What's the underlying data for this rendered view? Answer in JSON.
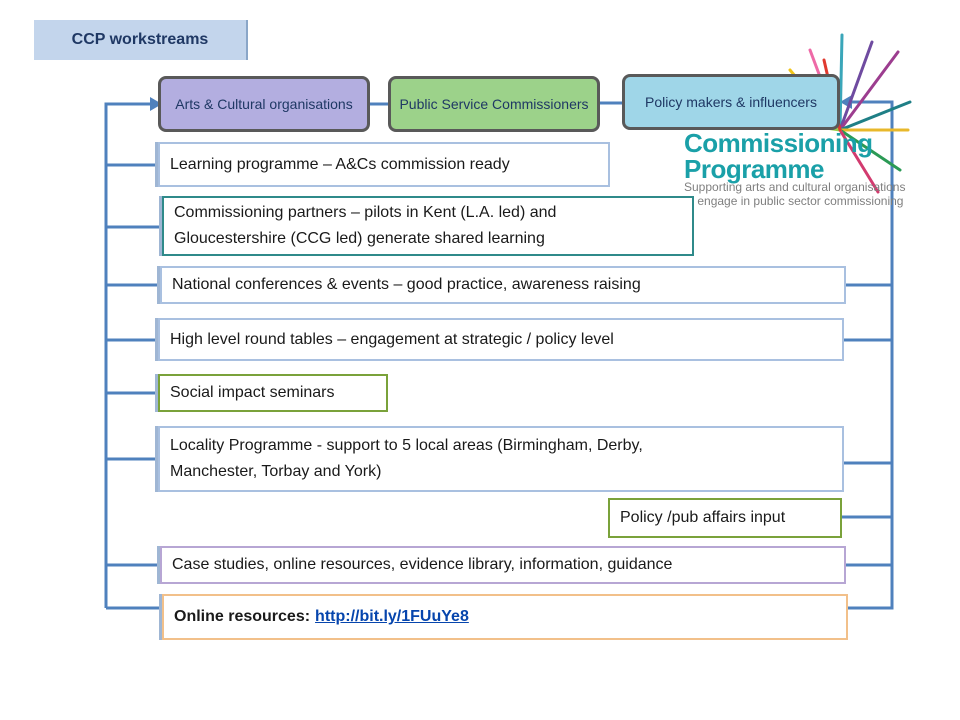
{
  "title": "CCP workstreams",
  "headers": {
    "arts": "Arts & Cultural organisations",
    "psc": "Public Service Commissioners",
    "pmi": "Policy makers & influencers"
  },
  "logo": {
    "word_1": "Commissioning",
    "word_2": "Programme",
    "tagline_1": "Supporting arts and cultural organisations",
    "tagline_2": "to engage in public sector commissioning"
  },
  "workstreams": {
    "w1": "Learning programme – A&Cs commission ready",
    "w2a": "Commissioning partners – pilots in Kent (L.A. led) and",
    "w2b": "Gloucestershire (CCG led) generate shared learning",
    "w3": "National conferences & events – good practice, awareness raising",
    "w4": "High level round tables – engagement at strategic / policy level",
    "w5": "Social impact seminars",
    "w6a": "Locality Programme  - support to 5 local areas (Birmingham, Derby,",
    "w6b": "Manchester, Torbay and York)",
    "w7": "Policy /pub affairs input",
    "w8": "Case studies, online resources, evidence library, information, guidance",
    "w9_label": "Online resources:",
    "w9_link": "http://bit.ly/1FUuYe8"
  },
  "colors": {
    "connector": "#4f81bd",
    "logo_teal": "#1aa0a8",
    "arts_fill": "#b3aee0",
    "psc_fill": "#9cd28a",
    "pmi_fill": "#9fd6e8"
  }
}
